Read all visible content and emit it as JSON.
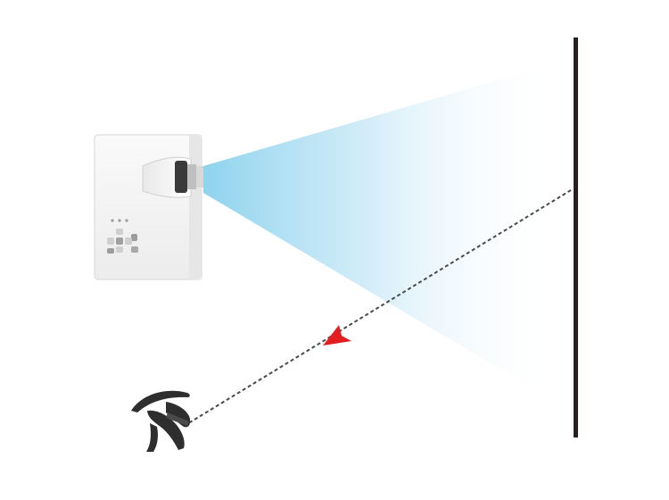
{
  "diagram": {
    "kind": "projector-remote-control-illustration",
    "elements": [
      "projector",
      "projection-light-beam",
      "projection-screen",
      "remote-signal-path",
      "remote-signal-arrow",
      "remote-hand"
    ],
    "colors": {
      "background": "#ffffff",
      "projector_body": "#f4f4f4",
      "projector_outline": "#d6d6d6",
      "projector_lens_ring": "#3a3a3a",
      "beam_near": "#8fd3ee",
      "beam_far": "#ffffff",
      "screen": "#2a1f1f",
      "signal_path": "#4a4a4a",
      "signal_arrow": "#e41e20",
      "hand": "#2e2e2e"
    },
    "signal_path_style": "dashed",
    "signal_direction": "from-screen-reflection-toward-hand"
  }
}
